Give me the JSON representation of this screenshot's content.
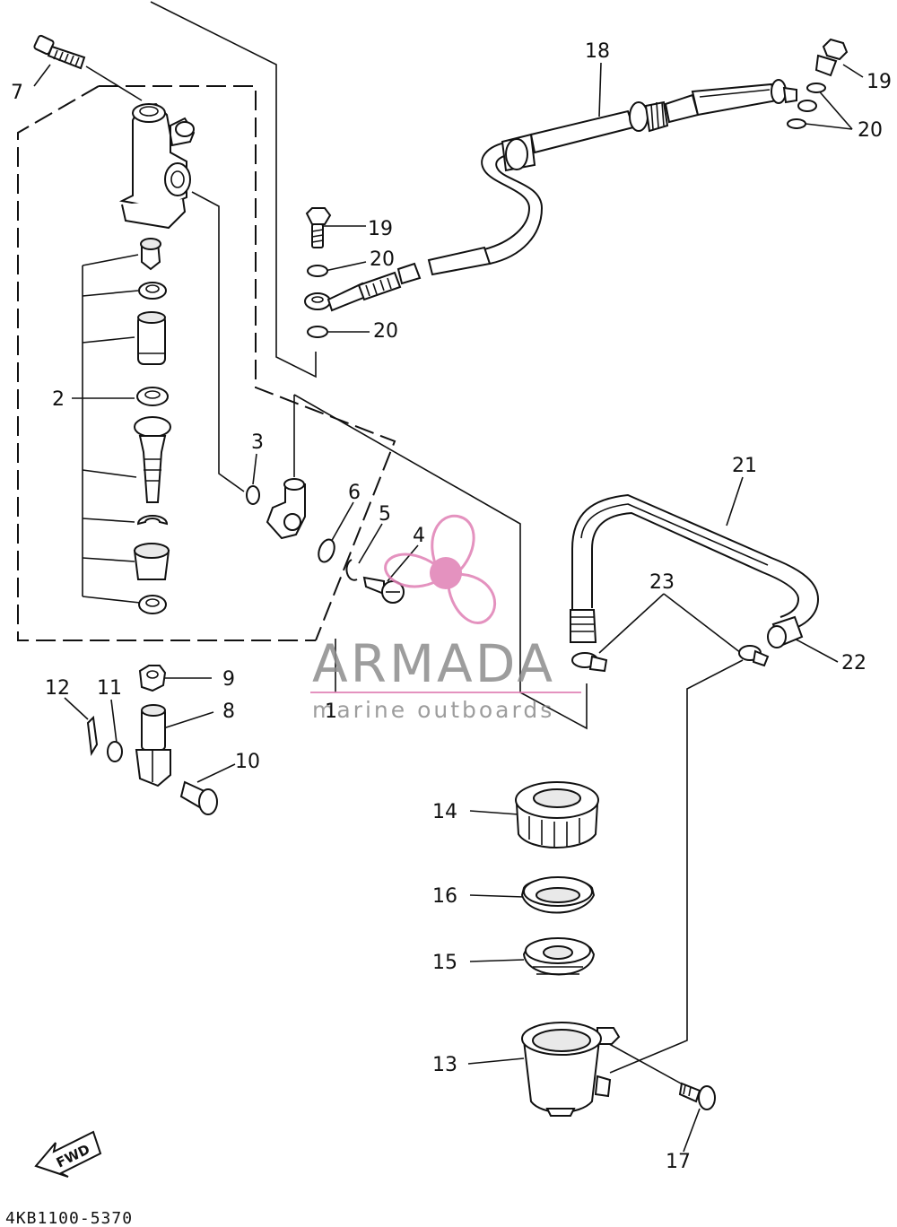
{
  "callouts": {
    "c1": "1",
    "c2": "2",
    "c3": "3",
    "c4": "4",
    "c5": "5",
    "c6": "6",
    "c7": "7",
    "c8": "8",
    "c9": "9",
    "c10": "10",
    "c11": "11",
    "c12": "12",
    "c13": "13",
    "c14": "14",
    "c15": "15",
    "c16": "16",
    "c17": "17",
    "c18": "18",
    "c19a": "19",
    "c19b": "19",
    "c20a": "20",
    "c20b": "20",
    "c20c": "20",
    "c21": "21",
    "c22": "22",
    "c23": "23"
  },
  "diagram_code": "4KB1100-5370",
  "fwd_label": "FWD",
  "watermark": {
    "brand": "ARMADA",
    "tagline": "marine outboards",
    "brand_color": "#8c8c8c",
    "accent_color": "#e07fb4"
  },
  "icons": {
    "watermark_logo": "propeller-logo-icon",
    "direction": "fwd-arrow-icon"
  }
}
